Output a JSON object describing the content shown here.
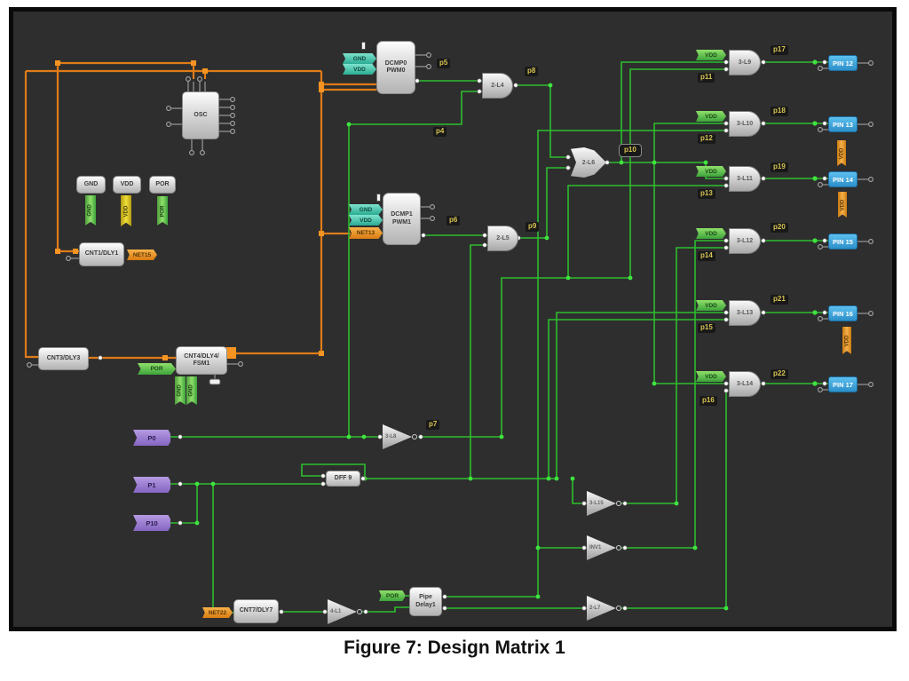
{
  "caption": "Figure 7: Design Matrix 1",
  "colors": {
    "bg": "#2e2e2e",
    "wire_green": "#2dbd2d",
    "wire_orange": "#e07b18",
    "pin_blue": "#3fa9e0",
    "tag_purple": "#9a7fd0",
    "label_yellow": "#d8c452"
  },
  "blocks": {
    "osc": "OSC",
    "gnd_src": "GND",
    "gnd_src_ribbon": "GND",
    "vdd_src": "VDD",
    "vdd_src_ribbon": "VDD",
    "por_src": "POR",
    "por_src_ribbon": "POR",
    "cnt1": "CNT1/DLY1",
    "cnt3": "CNT3/DLY3",
    "fsm1_line1": "CNT4/DLY4/",
    "fsm1_line2": "FSM1",
    "fsm1_ribbon1": "GND",
    "fsm1_ribbon2": "GND",
    "dcmp0_line1": "DCMP0",
    "dcmp0_line2": "PWM0",
    "dcmp1_line1": "DCMP1",
    "dcmp1_line2": "PWM1",
    "dff9": "DFF 9",
    "cnt7": "CNT7/DLY7",
    "pipe_line1": "Pipe",
    "pipe_line2": "Delay1"
  },
  "gates": {
    "l4": "2-L4",
    "l5": "2-L5",
    "l6": "2-L6",
    "l8": "3-L8",
    "l9": "3-L9",
    "l10": "3-L10",
    "l11": "3-L11",
    "l12": "3-L12",
    "l13": "3-L13",
    "l14": "3-L14",
    "l15": "3-L15",
    "l41": "4-L1",
    "inv1": "INV1",
    "l7": "2-L7"
  },
  "tags": {
    "vdd": "VDD",
    "gnd": "GND",
    "por": "POR",
    "net13": "NET13",
    "net15": "NET15",
    "net22": "NET22"
  },
  "ports": {
    "p0": "P0",
    "p1": "P1",
    "p10": "P10"
  },
  "nets": {
    "p4": "p4",
    "p5": "p5",
    "p6": "p6",
    "p7": "p7",
    "p8": "p8",
    "p9": "p9",
    "p10": "p10",
    "p11": "p11",
    "p12": "p12",
    "p13": "p13",
    "p14": "p14",
    "p15": "p15",
    "p16": "p16",
    "p17": "p17",
    "p18": "p18",
    "p19": "p19",
    "p20": "p20",
    "p21": "p21",
    "p22": "p22"
  },
  "pins": {
    "pin12": "PIN 12",
    "pin13": "PIN 13",
    "pin14": "PIN 14",
    "pin15": "PIN 15",
    "pin16": "PIN 16",
    "pin17": "PIN 17"
  }
}
